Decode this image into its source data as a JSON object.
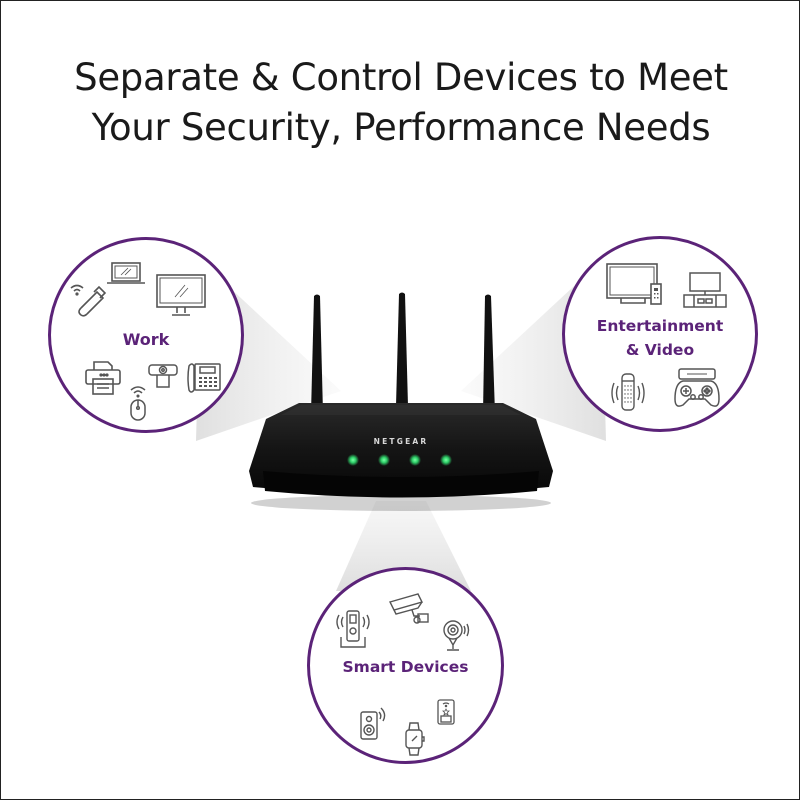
{
  "headline": {
    "line1": "Separate & Control Devices to Meet",
    "line2": "Your Security, Performance Needs"
  },
  "router": {
    "brand": "NETGEAR",
    "led_color": "#2fd16a",
    "led_count": 4
  },
  "colors": {
    "accent_purple": "#5b2378",
    "icon_gray": "#555555",
    "router_black": "#111111"
  },
  "circles": [
    {
      "id": "work",
      "label": "Work",
      "icons": [
        "laptop-icon",
        "usb-wifi-dongle-icon",
        "monitor-icon",
        "printer-icon",
        "wireless-mouse-icon",
        "webcam-icon",
        "desk-phone-icon"
      ]
    },
    {
      "id": "entertainment",
      "label_line1": "Entertainment",
      "label_line2": "& Video",
      "icons": [
        "tv-with-remote-icon",
        "tv-stand-icon",
        "smart-speaker-icon",
        "game-console-controller-icon"
      ]
    },
    {
      "id": "smart",
      "label": "Smart Devices",
      "icons": [
        "smart-hub-icon",
        "security-camera-icon",
        "home-camera-icon",
        "speaker-icon",
        "smartwatch-icon",
        "smart-plug-icon"
      ]
    }
  ]
}
